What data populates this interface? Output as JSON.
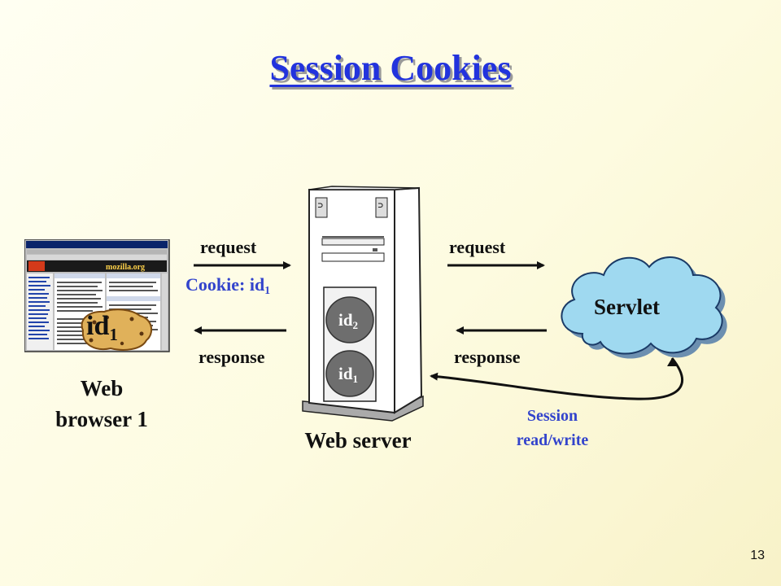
{
  "slide": {
    "title": "Session Cookies",
    "page_number": "13"
  },
  "browser": {
    "label_line1": "Web",
    "label_line2": "browser 1",
    "cookie_text": "id",
    "cookie_sub": "1",
    "screenshot_url_text": "mozilla.org"
  },
  "left_arrows": {
    "request_label": "request",
    "cookie_prefix": "Cookie: id",
    "cookie_sub": "1",
    "response_label": "response"
  },
  "server": {
    "label": "Web server",
    "disk_top_text": "id",
    "disk_top_sub": "2",
    "disk_bottom_text": "id",
    "disk_bottom_sub": "1"
  },
  "right_arrows": {
    "request_label": "request",
    "response_label": "response"
  },
  "servlet": {
    "label": "Servlet",
    "session_line1": "Session",
    "session_line2": "read/write"
  },
  "colors": {
    "title": "#2233dd",
    "cloud_fill": "#9fd9f0",
    "link_text": "#3344cc"
  }
}
